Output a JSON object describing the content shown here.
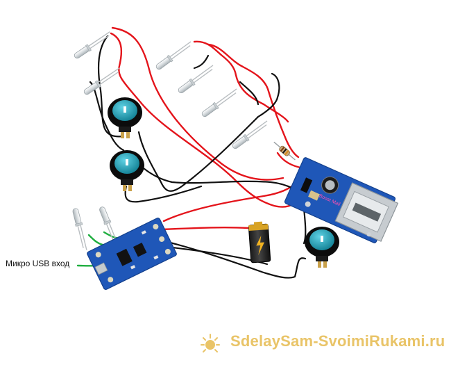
{
  "labels": {
    "usb_input": "Микро USB вход"
  },
  "watermark": {
    "text": "SdelaySam-SvoimiRukami.ru",
    "color": "#e9c468"
  },
  "board_labels": {
    "boost_module": "Boost Mall"
  },
  "colors": {
    "wire_red": "#e4141b",
    "wire_black": "#111111",
    "wire_green": "#1fae3f",
    "pcb_blue": "#1f57b8",
    "switch_cyan": "#1d9fb5"
  },
  "icons": {
    "battery": "battery-icon",
    "switch": "rocker-switch-icon",
    "led": "led-icon",
    "resistor": "resistor-icon"
  }
}
